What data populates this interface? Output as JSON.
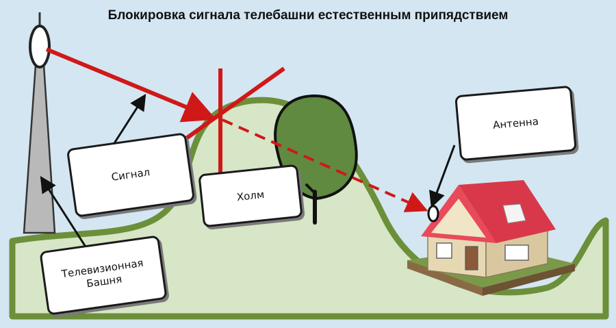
{
  "title": "Блокировка сигнала телебашни естественным припядствием",
  "labels": {
    "signal": "Сигнал",
    "hill": "Холм",
    "antenna": "Антенна",
    "tower_line1": "Телевизионная",
    "tower_line2": "Башня"
  },
  "colors": {
    "sky": "#d3e6f2",
    "ground_fill": "#d6e6c6",
    "ground_outline": "#6c8f3a",
    "signal": "#d01818",
    "tree": "#5f8a3f",
    "roof": "#e84a5a"
  }
}
